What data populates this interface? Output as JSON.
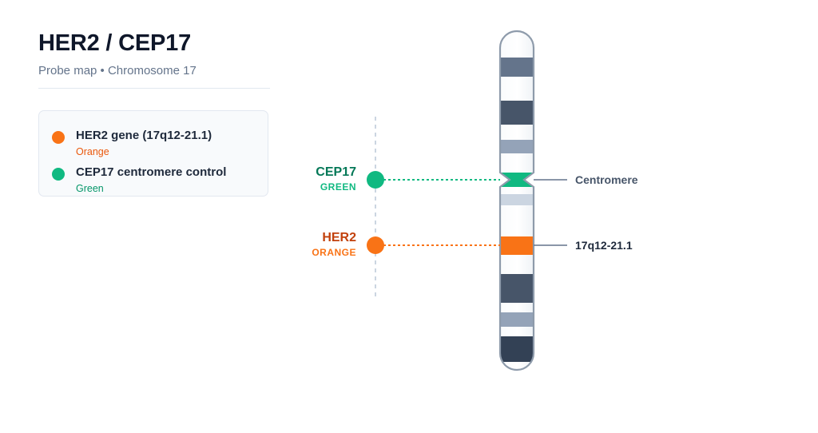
{
  "header": {
    "title": "HER2 / CEP17",
    "subtitle": "Probe map • Chromosome 17"
  },
  "legend": {
    "items": [
      {
        "label": "HER2 gene (17q12-21.1)",
        "sub": "Orange",
        "color": "#f97316",
        "sub_color": "#ea580c"
      },
      {
        "label": "CEP17 centromere control",
        "sub": "Green",
        "color": "#10b981",
        "sub_color": "#059669"
      }
    ]
  },
  "probes": {
    "cep17": {
      "name": "CEP17",
      "color_label": "GREEN",
      "color": "#10b981",
      "name_color": "#047857"
    },
    "her2": {
      "name": "HER2",
      "color_label": "ORANGE",
      "color": "#f97316",
      "name_color": "#c2410c"
    }
  },
  "callouts": {
    "centromere": "Centromere",
    "locus": "17q12-21.1"
  },
  "colors": {
    "band_dark": "#475569",
    "band_mid": "#64748b",
    "band_light": "#94a3b8",
    "band_pale": "#cbd5e1",
    "band_darkest": "#334155",
    "outline": "#8e9bab",
    "text_dark": "#1e293b",
    "text_muted": "#475569"
  }
}
